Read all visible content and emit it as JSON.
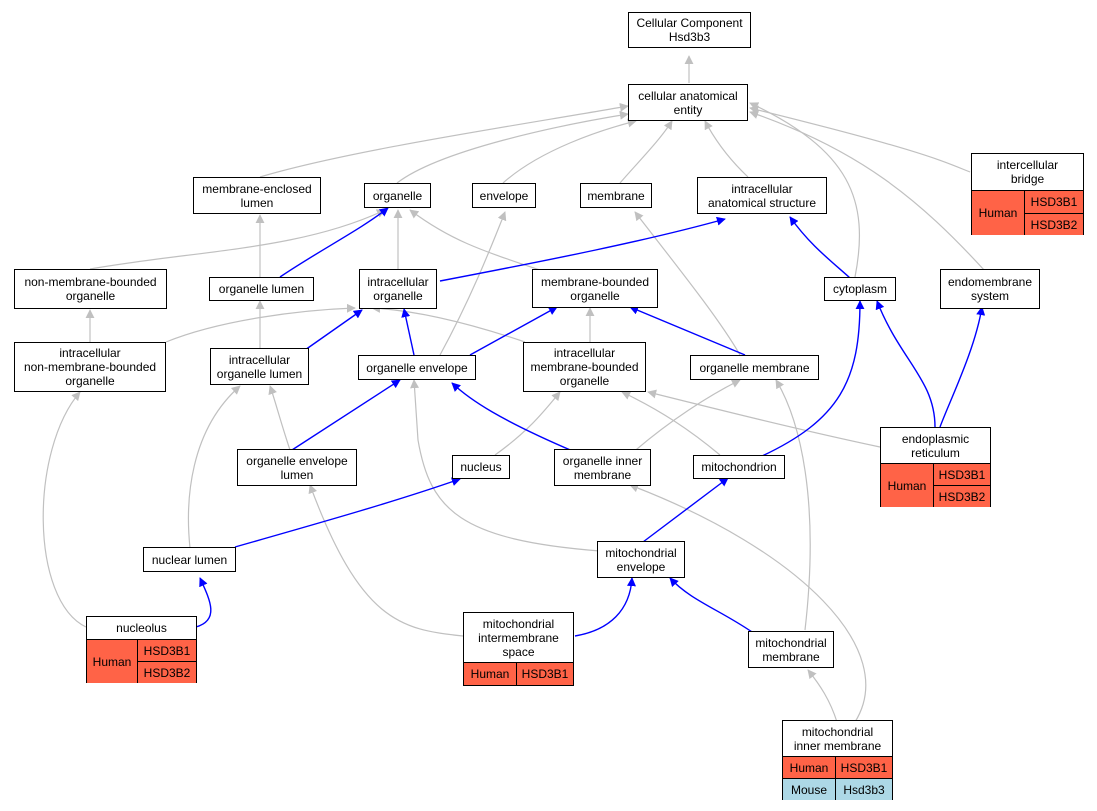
{
  "colors": {
    "is_a_edge": "#c0c0c0",
    "part_of_edge": "#0000ff",
    "human": "#ff6347",
    "mouse": "#add8e6"
  },
  "nodes": {
    "root": "Cellular Component\nHsd3b3",
    "cae": "cellular anatomical\nentity",
    "mel": "membrane-enclosed\nlumen",
    "org": "organelle",
    "env": "envelope",
    "mem": "membrane",
    "ias": "intracellular\nanatomical structure",
    "nmbo": "non-membrane-bounded\norganelle",
    "olum": "organelle lumen",
    "io": "intracellular\norganelle",
    "mbo": "membrane-bounded\norganelle",
    "cyto": "cytoplasm",
    "endo": "endomembrane\nsystem",
    "inmbo": "intracellular\nnon-membrane-bounded\norganelle",
    "iol": "intracellular\norganelle lumen",
    "oenv": "organelle envelope",
    "imbo": "intracellular\nmembrane-bounded\norganelle",
    "omem": "organelle membrane",
    "oel": "organelle envelope\nlumen",
    "nuc": "nucleus",
    "oim": "organelle inner\nmembrane",
    "mito": "mitochondrion",
    "nlum": "nuclear lumen",
    "menv": "mitochondrial\nenvelope",
    "mmem": "mitochondrial\nmembrane"
  },
  "table_nodes": {
    "ib": {
      "title": "intercellular\nbridge",
      "species": "Human",
      "genes": [
        "HSD3B1",
        "HSD3B2"
      ]
    },
    "er": {
      "title": "endoplasmic\nreticulum",
      "species": "Human",
      "genes": [
        "HSD3B1",
        "HSD3B2"
      ]
    },
    "nucleolus": {
      "title": "nucleolus",
      "species": "Human",
      "genes": [
        "HSD3B1",
        "HSD3B2"
      ]
    },
    "mis": {
      "title": "mitochondrial\nintermembrane\nspace",
      "species": "Human",
      "genes": [
        "HSD3B1"
      ]
    },
    "mim": {
      "title": "mitochondrial\ninner membrane",
      "rows": [
        {
          "species": "Human",
          "gene": "HSD3B1"
        },
        {
          "species": "Mouse",
          "gene": "Hsd3b3"
        }
      ]
    }
  }
}
